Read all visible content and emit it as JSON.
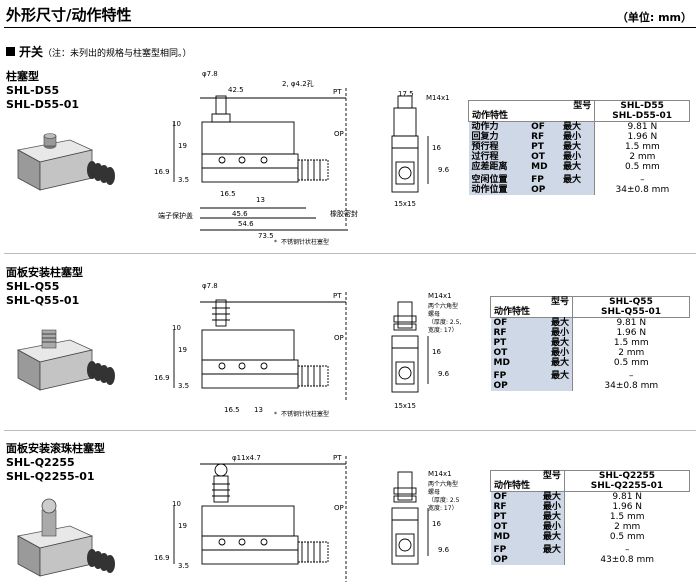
{
  "page": {
    "title": "外形尺寸/动作特性",
    "unit_label": "（单位: mm）",
    "section_label": "开关",
    "section_note": "（注：未列出的规格与柱塞型相同。）"
  },
  "sections": [
    {
      "name_cn": "柱塞型",
      "models": [
        "SHL-D55",
        "SHL-D55-01"
      ],
      "drawing": {
        "phi_label": "φ7.8",
        "top_dim": "42.5",
        "hole_label": "2, φ4.2孔",
        "pt": "PT",
        "op": "OP",
        "dims_left": [
          "10",
          "19",
          "16.9",
          "3.5"
        ],
        "dims_bottom": [
          "16.5",
          "13",
          "45.6",
          "54.6",
          "73.5"
        ],
        "callout_left": "端子保护盖",
        "callout_right": "橡胶密封",
        "footnote": "不锈钢针状柱塞型",
        "side_top": "17.5",
        "side_thread": "M14x1",
        "side_dims": [
          "16",
          "9.6"
        ],
        "side_bottom": "15x15"
      },
      "spec": {
        "model_label": "型号",
        "models": "SHL-D55\nSHL-D55-01",
        "char_label": "动作特性",
        "rows": [
          {
            "name": "动作力",
            "code": "OF",
            "limit": "最大",
            "value": "9.81 N"
          },
          {
            "name": "回复力",
            "code": "RF",
            "limit": "最小",
            "value": "1.96 N"
          },
          {
            "name": "预行程",
            "code": "PT",
            "limit": "最大",
            "value": "1.5 mm"
          },
          {
            "name": "过行程",
            "code": "OT",
            "limit": "最小",
            "value": "2 mm"
          },
          {
            "name": "应差距离",
            "code": "MD",
            "limit": "最大",
            "value": "0.5 mm"
          }
        ],
        "rows2": [
          {
            "name": "空闲位置",
            "code": "FP",
            "limit": "最大",
            "value": "–"
          },
          {
            "name": "动作位置",
            "code": "OP",
            "limit": "",
            "value": "34±0.8 mm"
          }
        ]
      }
    },
    {
      "name_cn": "面板安装柱塞型",
      "models": [
        "SHL-Q55",
        "SHL-Q55-01"
      ],
      "drawing": {
        "phi_label": "φ7.8",
        "pt": "PT",
        "op": "OP",
        "dims_left": [
          "10",
          "19",
          "16.9",
          "3.5"
        ],
        "dims_bottom": [
          "16.5",
          "13"
        ],
        "footnote": "不锈钢针状柱塞型",
        "side_thread": "M14x1",
        "side_nut": [
          "两个六角型",
          "螺母",
          "（厚度: 2.5,",
          "宽度: 17）"
        ],
        "side_dims": [
          "16",
          "9.6"
        ],
        "side_bottom": "15x15"
      },
      "spec": {
        "model_label": "型号",
        "models": "SHL-Q55\nSHL-Q55-01",
        "char_label": "动作特性",
        "rows": [
          {
            "code": "OF",
            "limit": "最大",
            "value": "9.81 N"
          },
          {
            "code": "RF",
            "limit": "最小",
            "value": "1.96 N"
          },
          {
            "code": "PT",
            "limit": "最大",
            "value": "1.5 mm"
          },
          {
            "code": "OT",
            "limit": "最小",
            "value": "2 mm"
          },
          {
            "code": "MD",
            "limit": "最大",
            "value": "0.5 mm"
          }
        ],
        "rows2": [
          {
            "code": "FP",
            "limit": "最大",
            "value": "–"
          },
          {
            "code": "OP",
            "limit": "",
            "value": "34±0.8 mm"
          }
        ]
      }
    },
    {
      "name_cn": "面板安装滚珠柱塞型",
      "models": [
        "SHL-Q2255",
        "SHL-Q2255-01"
      ],
      "drawing": {
        "phi_label": "φ11x4.7",
        "pt": "PT",
        "op": "OP",
        "dims_left": [
          "10",
          "19",
          "16.9",
          "3.5"
        ],
        "side_thread": "M14x1",
        "side_nut": [
          "两个六角型",
          "螺母",
          "（厚度: 2.5",
          "宽度: 17）"
        ],
        "side_dims": [
          "16",
          "9.6"
        ]
      },
      "spec": {
        "model_label": "型号",
        "models": "SHL-Q2255\nSHL-Q2255-01",
        "char_label": "动作特性",
        "rows": [
          {
            "code": "OF",
            "limit": "最大",
            "value": "9.81 N"
          },
          {
            "code": "RF",
            "limit": "最小",
            "value": "1.96 N"
          },
          {
            "code": "PT",
            "limit": "最大",
            "value": "1.5 mm"
          },
          {
            "code": "OT",
            "limit": "最小",
            "value": "2 mm"
          },
          {
            "code": "MD",
            "limit": "最大",
            "value": "0.5 mm"
          }
        ],
        "rows2": [
          {
            "code": "FP",
            "limit": "最大",
            "value": "–"
          },
          {
            "code": "OP",
            "limit": "",
            "value": "43±0.8 mm"
          }
        ]
      }
    }
  ]
}
